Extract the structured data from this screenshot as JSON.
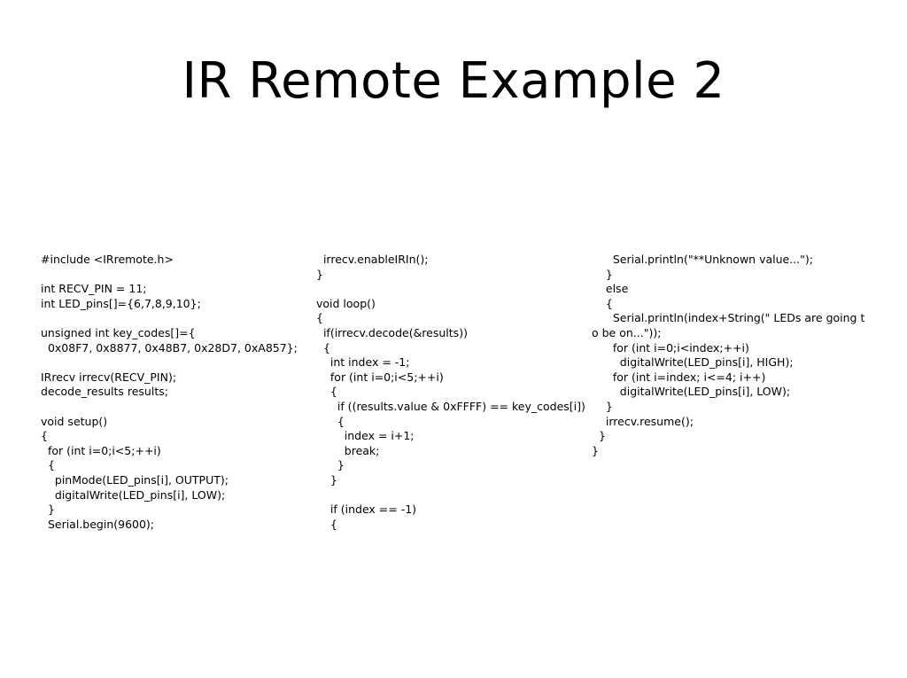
{
  "slide": {
    "title": "IR Remote Example 2"
  },
  "code_columns": [
    {
      "lines": [
        "#include <IRremote.h>",
        "",
        "int RECV_PIN = 11;",
        "int LED_pins[]={6,7,8,9,10};",
        "",
        "unsigned int key_codes[]={",
        "  0x08F7, 0x8877, 0x48B7, 0x28D7, 0xA857};",
        "",
        "IRrecv irrecv(RECV_PIN);",
        "decode_results results;",
        "",
        "void setup()",
        "{",
        "  for (int i=0;i<5;++i)",
        "  {",
        "    pinMode(LED_pins[i], OUTPUT);",
        "    digitalWrite(LED_pins[i], LOW);",
        "  }",
        "  Serial.begin(9600);"
      ]
    },
    {
      "lines": [
        "  irrecv.enableIRIn();",
        "}",
        "",
        "void loop()",
        "{",
        "  if(irrecv.decode(&results))",
        "  {",
        "    int index = -1;",
        "    for (int i=0;i<5;++i)",
        "    {",
        "      if ((results.value & 0xFFFF) == key_codes[i])",
        "      {",
        "        index = i+1;",
        "        break;",
        "      }",
        "    }",
        "",
        "    if (index == -1)",
        "    {"
      ]
    },
    {
      "lines": [
        "      Serial.println(\"**Unknown value...\");",
        "    }",
        "    else",
        "    {",
        "      Serial.println(index+String(\" LEDs are going t",
        "o be on...\"));",
        "      for (int i=0;i<index;++i)",
        "        digitalWrite(LED_pins[i], HIGH);",
        "      for (int i=index; i<=4; i++)",
        "        digitalWrite(LED_pins[i], LOW);",
        "    }",
        "    irrecv.resume();",
        "  }",
        "}"
      ]
    }
  ]
}
